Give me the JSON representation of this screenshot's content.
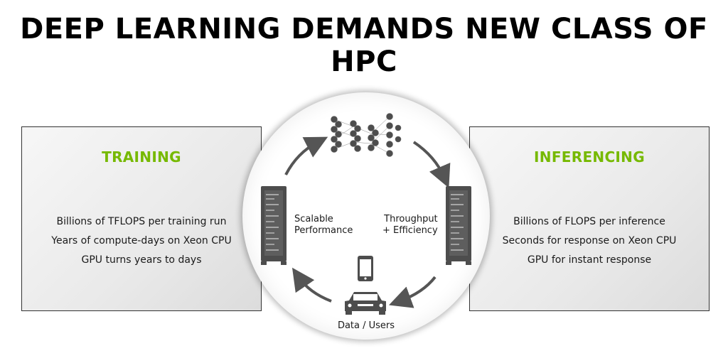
{
  "title": "DEEP LEARNING DEMANDS NEW CLASS OF HPC",
  "training": {
    "heading": "TRAINING",
    "lines": [
      "Billions of TFLOPS per training run",
      "Years of compute-days on Xeon CPU",
      "GPU turns years to days"
    ]
  },
  "inferencing": {
    "heading": "INFERENCING",
    "lines": [
      "Billions of FLOPS per inference",
      "Seconds for response on Xeon CPU",
      "GPU for instant response"
    ]
  },
  "cycle": {
    "left_label_1": "Scalable",
    "left_label_2": "Performance",
    "right_label_1": "Throughput",
    "right_label_2": "+ Efficiency",
    "bottom_label": "Data / Users"
  },
  "colors": {
    "accent_green": "#76b900",
    "icon_dark": "#4d4d4d",
    "arrow": "#555555"
  }
}
